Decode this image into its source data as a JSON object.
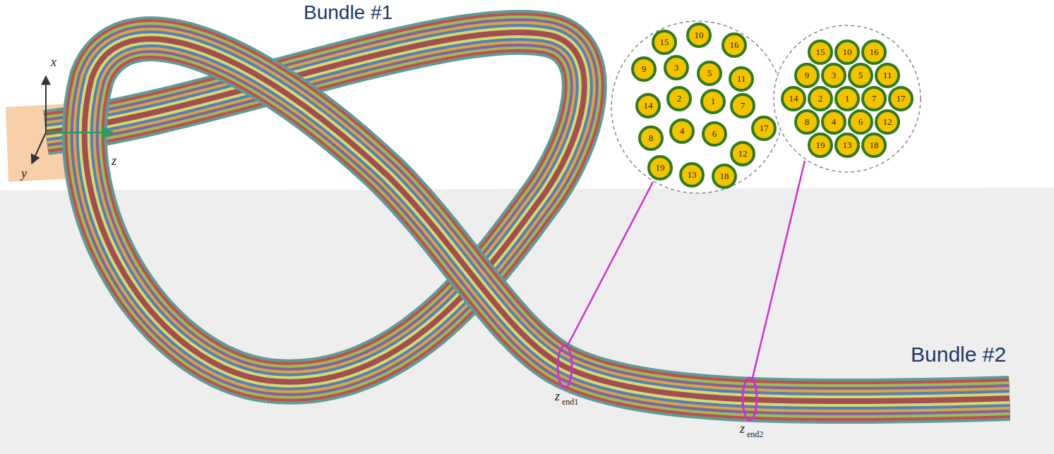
{
  "diagram": {
    "nodes": [
      {
        "text": [
          "15"
        ]
      },
      {
        "text": [
          "10"
        ]
      },
      {
        "text": [
          "16"
        ]
      },
      {
        "text": [
          "9"
        ]
      },
      {
        "text": [
          "3"
        ]
      },
      {
        "text": [
          "5"
        ]
      },
      {
        "text": [
          "11"
        ]
      },
      {
        "text": [
          "14"
        ]
      },
      {
        "text": [
          "2"
        ]
      },
      {
        "text": [
          "1"
        ]
      },
      {
        "text": [
          "7"
        ]
      },
      {
        "text": [
          "17"
        ]
      },
      {
        "text": [
          "8"
        ]
      },
      {
        "text": [
          "4"
        ]
      },
      {
        "text": [
          "6"
        ]
      },
      {
        "text": [
          "12"
        ]
      },
      {
        "text": [
          "19"
        ]
      },
      {
        "text": [
          "13"
        ]
      },
      {
        "text": [
          "18"
        ]
      },
      {
        "text": [
          "15"
        ]
      },
      {
        "text": [
          "10"
        ]
      },
      {
        "text": [
          "16"
        ]
      },
      {
        "text": [
          "9"
        ]
      },
      {
        "text": [
          "3"
        ]
      },
      {
        "text": [
          "5"
        ]
      },
      {
        "text": [
          "11"
        ]
      },
      {
        "text": [
          "14"
        ]
      },
      {
        "text": [
          "2"
        ]
      },
      {
        "text": [
          "1"
        ]
      },
      {
        "text": [
          "7"
        ]
      },
      {
        "text": [
          "17"
        ]
      },
      {
        "text": [
          "8"
        ]
      },
      {
        "text": [
          "4"
        ]
      },
      {
        "text": [
          "6"
        ]
      },
      {
        "text": [
          "12"
        ]
      },
      {
        "text": [
          "19"
        ]
      },
      {
        "text": [
          "13"
        ]
      },
      {
        "text": [
          "18"
        ]
      }
    ],
    "labels": [
      "Bundle #1",
      "x",
      "z",
      "y",
      "z",
      "end1",
      "z",
      "end2",
      "Bundle #2"
    ]
  }
}
